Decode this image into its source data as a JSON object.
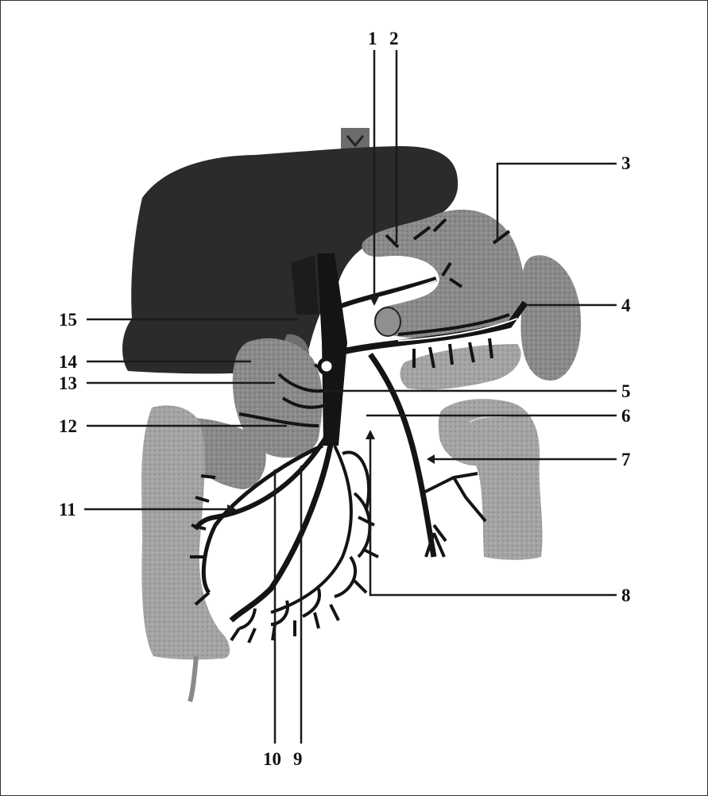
{
  "labels": {
    "l1": "1",
    "l2": "2",
    "l3": "3",
    "l4": "4",
    "l5": "5",
    "l6": "6",
    "l7": "7",
    "l8": "8",
    "l9": "9",
    "l10": "10",
    "l11": "11",
    "l12": "12",
    "l13": "13",
    "l14": "14",
    "l15": "15"
  },
  "colors": {
    "liver": "#2b2b2b",
    "organ": "#7d7d7d",
    "organ_light": "#9a9a9a",
    "vessel": "#141414",
    "leader": "#1a1a1a"
  }
}
